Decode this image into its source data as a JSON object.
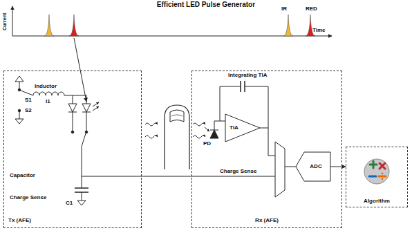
{
  "diagram": {
    "title": "Efficient LED Pulse Generator",
    "nodes": [
      {
        "text": [
          "Tx (AFE)"
        ]
      },
      {
        "text": [
          "Rx (AFE)"
        ]
      },
      {
        "text": [
          "TIA"
        ],
        "in": 1
      },
      {
        "text": [
          "ADC"
        ],
        "in": 1
      },
      {
        "text": [
          "Algorithm"
        ]
      }
    ],
    "edges": [
      {
        "from": 3,
        "to": 4,
        "arrow": "to"
      }
    ],
    "labels": [
      "Current",
      "IR",
      "RED",
      "Time",
      "Inductor",
      "S1",
      "I1",
      "S2",
      "Capacitor",
      "Charge Sense",
      "C1",
      "Integrating TIA",
      "PD",
      "Charge Sense"
    ]
  }
}
